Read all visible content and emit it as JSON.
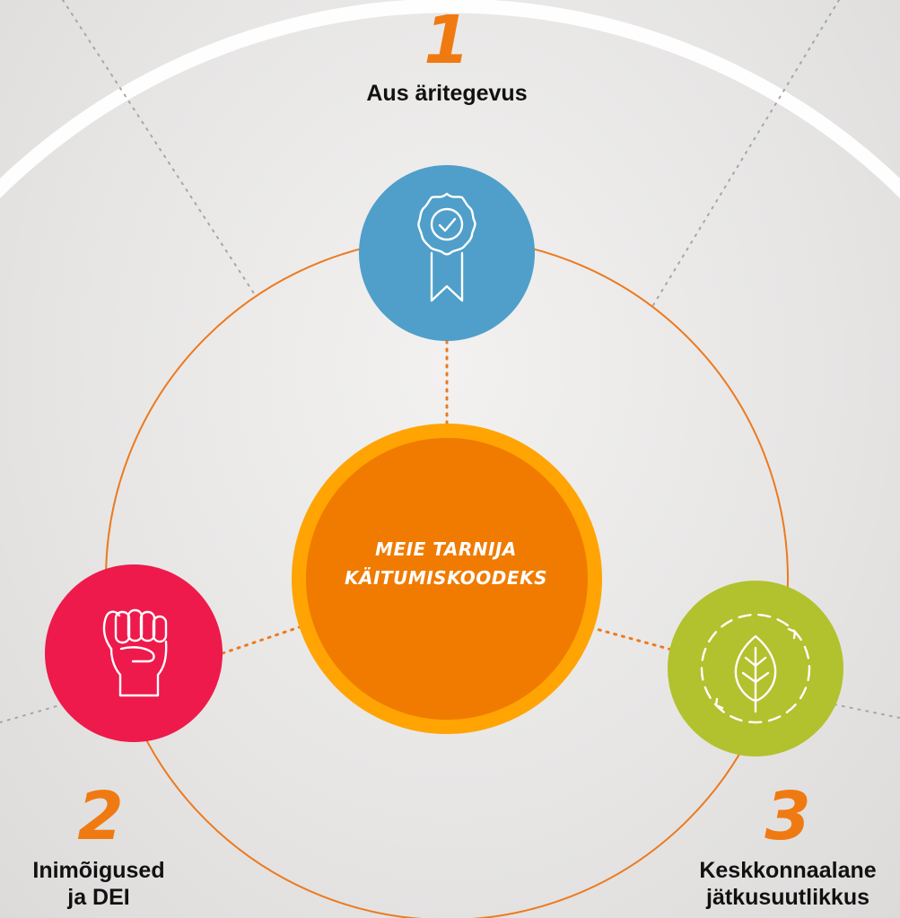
{
  "center": {
    "lines": [
      "MEIE TARNIJA",
      "KÄITUMISKOODEKS"
    ]
  },
  "pillars": [
    {
      "number": "1",
      "label_lines": [
        "Aus äritegevus"
      ],
      "icon": "award-ribbon-icon",
      "color": "#4f9fca"
    },
    {
      "number": "2",
      "label_lines": [
        "Inimõigused",
        "ja DEI"
      ],
      "icon": "raised-fist-icon",
      "color": "#ee1a4b"
    },
    {
      "number": "3",
      "label_lines": [
        "Keskkonnaalane",
        "jätkusuutlikkus"
      ],
      "icon": "leaf-cycle-icon",
      "color": "#b2c12e"
    }
  ],
  "colors": {
    "accent_orange": "#f07a12",
    "center_fill": "#f07b00",
    "center_ring": "#ffa402",
    "orbit_line": "#ec7a1f"
  }
}
